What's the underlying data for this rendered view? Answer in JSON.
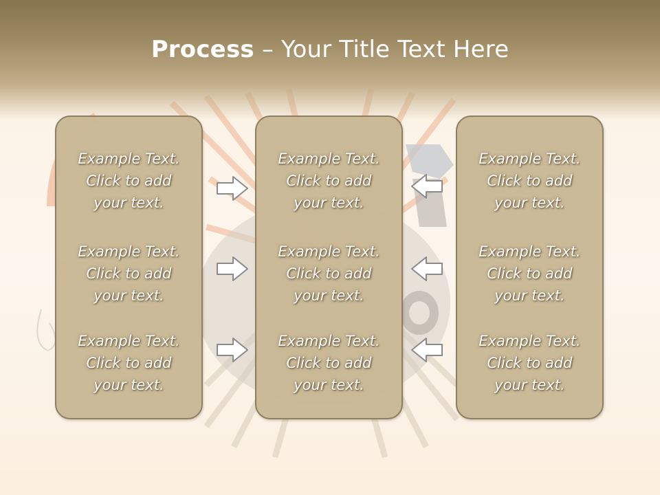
{
  "slide": {
    "title_bold": "Process",
    "title_rest": " – Your Title Text Here"
  },
  "columns": [
    {
      "items": [
        {
          "line1": "Example Text.",
          "line2": "Click  to add",
          "line3": "your text."
        },
        {
          "line1": "Example Text.",
          "line2": "Click  to add",
          "line3": "your text."
        },
        {
          "line1": "Example Text.",
          "line2": "Click  to add",
          "line3": "your text."
        }
      ]
    },
    {
      "items": [
        {
          "line1": "Example Text.",
          "line2": "Click  to add",
          "line3": "your text."
        },
        {
          "line1": "Example Text.",
          "line2": "Click  to add",
          "line3": "your text."
        },
        {
          "line1": "Example Text.",
          "line2": "Click  to add",
          "line3": "your text."
        }
      ]
    },
    {
      "items": [
        {
          "line1": "Example Text.",
          "line2": "Click  to add",
          "line3": "your text."
        },
        {
          "line1": "Example Text.",
          "line2": "Click  to add",
          "line3": "your text."
        },
        {
          "line1": "Example Text.",
          "line2": "Click  to add",
          "line3": "your text."
        }
      ]
    }
  ],
  "arrows": {
    "left": [
      "arrow-right-icon",
      "arrow-right-icon",
      "arrow-right-icon"
    ],
    "right": [
      "arrow-left-icon",
      "arrow-left-icon",
      "arrow-left-icon"
    ]
  },
  "colors": {
    "header": "#85744f",
    "column_fill": "#c9b895",
    "column_border": "#8a7b5e",
    "text": "#ffffff"
  }
}
